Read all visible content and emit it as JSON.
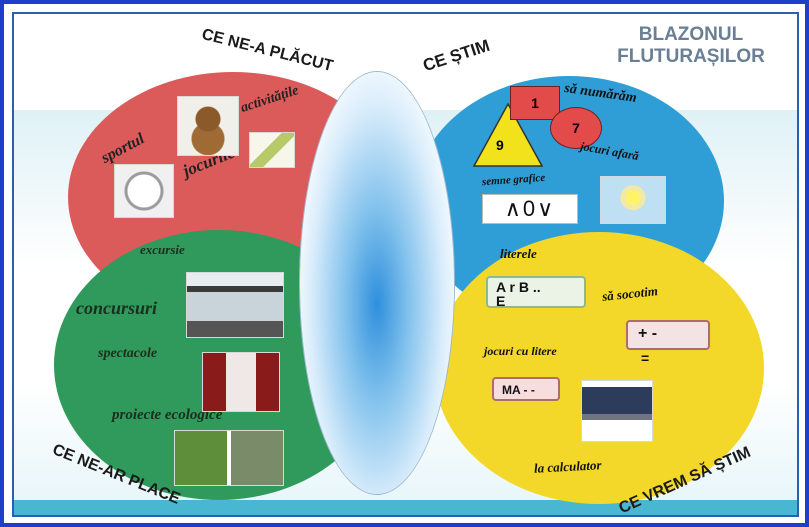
{
  "title": {
    "line1": "BLAZONUL",
    "line2": "FLUTURAȘILOR"
  },
  "quadrants": {
    "top_left": "CE NE-A PLĂCUT",
    "top_right": "CE ȘTIM",
    "bottom_left": "CE NE-AR PLACE",
    "bottom_right": "CE VREM SĂ ȘTIM"
  },
  "red_items": {
    "sportul": "sportul",
    "activitatile": "activitățile",
    "jocurile": "jocurile"
  },
  "blue_items": {
    "numaram": "să numărăm",
    "square_number": "1",
    "circle_number": "7",
    "triangle_number": "9",
    "jocuri_afara": "jocuri afară",
    "semne_grafice": "semne grafice",
    "semne_box": "∧0∨"
  },
  "green_items": {
    "excursie": "excursie",
    "concursuri": "concursuri",
    "spectacole": "spectacole",
    "proiecte": "proiecte ecologice"
  },
  "yellow_items": {
    "literele": "literele",
    "letters_tile_line1": "A r B ..",
    "letters_tile_line2": "E",
    "socotim": "să socotim",
    "calc_tile": "+ -",
    "equals": "=",
    "jocuri_litere": "jocuri cu litere",
    "ma_tile": "MA - -",
    "calculator": "la calculator"
  },
  "colors": {
    "red": "#db5b5a",
    "blue": "#2f9ed6",
    "green": "#2f9a5b",
    "yellow": "#f3d82a",
    "frame": "#1e3fc8",
    "bottom_band": "#49b6d2"
  },
  "icons": [
    "teddy-bear-picture",
    "ball-picture",
    "pencil-picture",
    "sun-picture",
    "bus-picture",
    "curtain-picture",
    "eco-picture",
    "laptop-picture"
  ]
}
